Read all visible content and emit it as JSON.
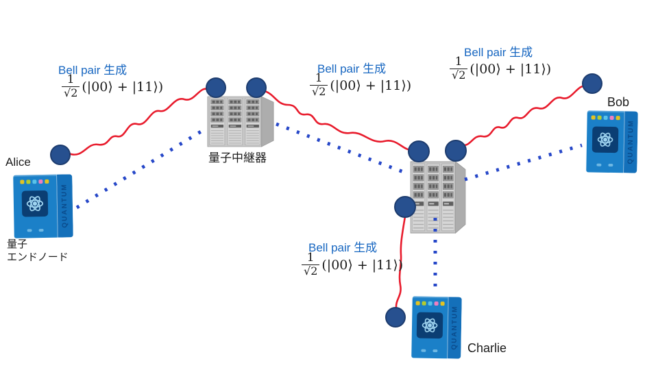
{
  "colors": {
    "label-blue": "#1565c0",
    "line-red": "#e81b2c",
    "dot-blue": "#2647c8",
    "qubit-fill": "#27508f",
    "qubit-stroke": "#1d3c6e",
    "device-front": "#1b80c8",
    "device-side": "#1470ba",
    "device-text": "#0a4a8a",
    "text-black": "#1a1a1a",
    "rack-body": "#c9c9c9",
    "rack-side": "#adadad"
  },
  "bell": {
    "title": "Bell pair 生成",
    "formula_num": "1",
    "formula_den": "√2",
    "formula_rest": "(|00⟩ + |11⟩)"
  },
  "nodes": {
    "alice": {
      "name": "Alice",
      "type_line1": "量子",
      "type_line2": "エンドノード"
    },
    "bob": {
      "name": "Bob"
    },
    "charlie": {
      "name": "Charlie"
    },
    "repeater": {
      "label": "量子中継器"
    }
  },
  "device": {
    "side_label": "QUANTUM"
  }
}
